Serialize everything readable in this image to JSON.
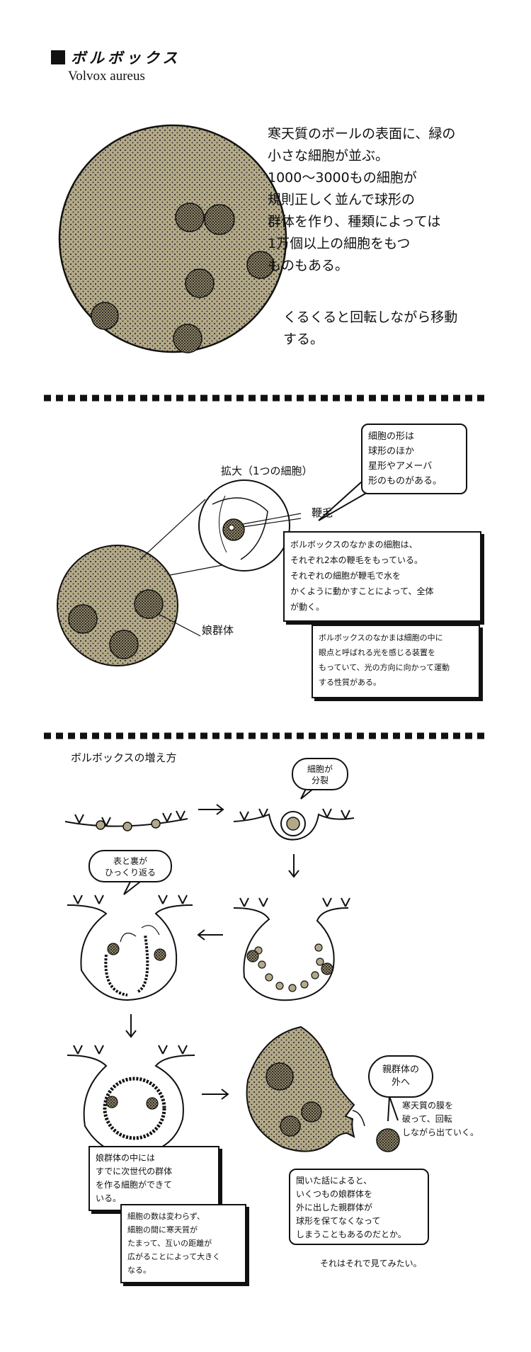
{
  "header": {
    "title_jp": "ボルボックス",
    "title_latin": "Volvox aureus"
  },
  "section1": {
    "description": "寒天質のボールの表面に、緑の\n小さな細胞が並ぶ。\n1000〜3000もの細胞が\n規則正しく並んで球形の\n群体を作り、種類によっては\n1万個以上の細胞をもつ\nものもある。",
    "rotation": "くるくると回転しながら移動\nする。"
  },
  "section2": {
    "label_enlarge": "拡大（1つの細胞）",
    "label_flagella": "鞭毛",
    "label_daughter": "娘群体",
    "note_shape": "細胞の形は\n球形のほか\n星形やアメーバ\n形のものがある。",
    "note_flagella": "ボルボックスのなかまの細胞は、\nそれぞれ2本の鞭毛をもっている。\nそれぞれの細胞が鞭毛で水を\nかくように動かすことによって、全体\nが動く。",
    "note_eyespot": "ボルボックスのなかまは細胞の中に\n眼点と呼ばれる光を感じる装置を\nもっていて、光の方向に向かって運動\nする性質がある。"
  },
  "section3": {
    "heading": "ボルボックスの増え方",
    "bubble_divide": "細胞が\n分裂",
    "bubble_flip": "表と裏が\nひっくり返る",
    "bubble_exit": "親群体の\n外へ",
    "label_break": "寒天質の膜を\n破って、回転\nしながら出ていく。",
    "note_next_gen": "娘群体の中には\nすでに次世代の群体\nを作る細胞ができて\nいる。",
    "note_growth": "細胞の数は変わらず、\n細胞の間に寒天質が\nたまって、互いの距離が\n広がることによって大きく\nなる。",
    "note_heard": "聞いた話によると、\nいくつもの娘群体を\n外に出した親群体が\n球形を保てなくなって\nしまうこともあるのだとか。",
    "footer": "それはそれで見てみたい。"
  },
  "colors": {
    "colony_fill": "#b3a989",
    "ink": "#111111",
    "paper": "#ffffff"
  }
}
